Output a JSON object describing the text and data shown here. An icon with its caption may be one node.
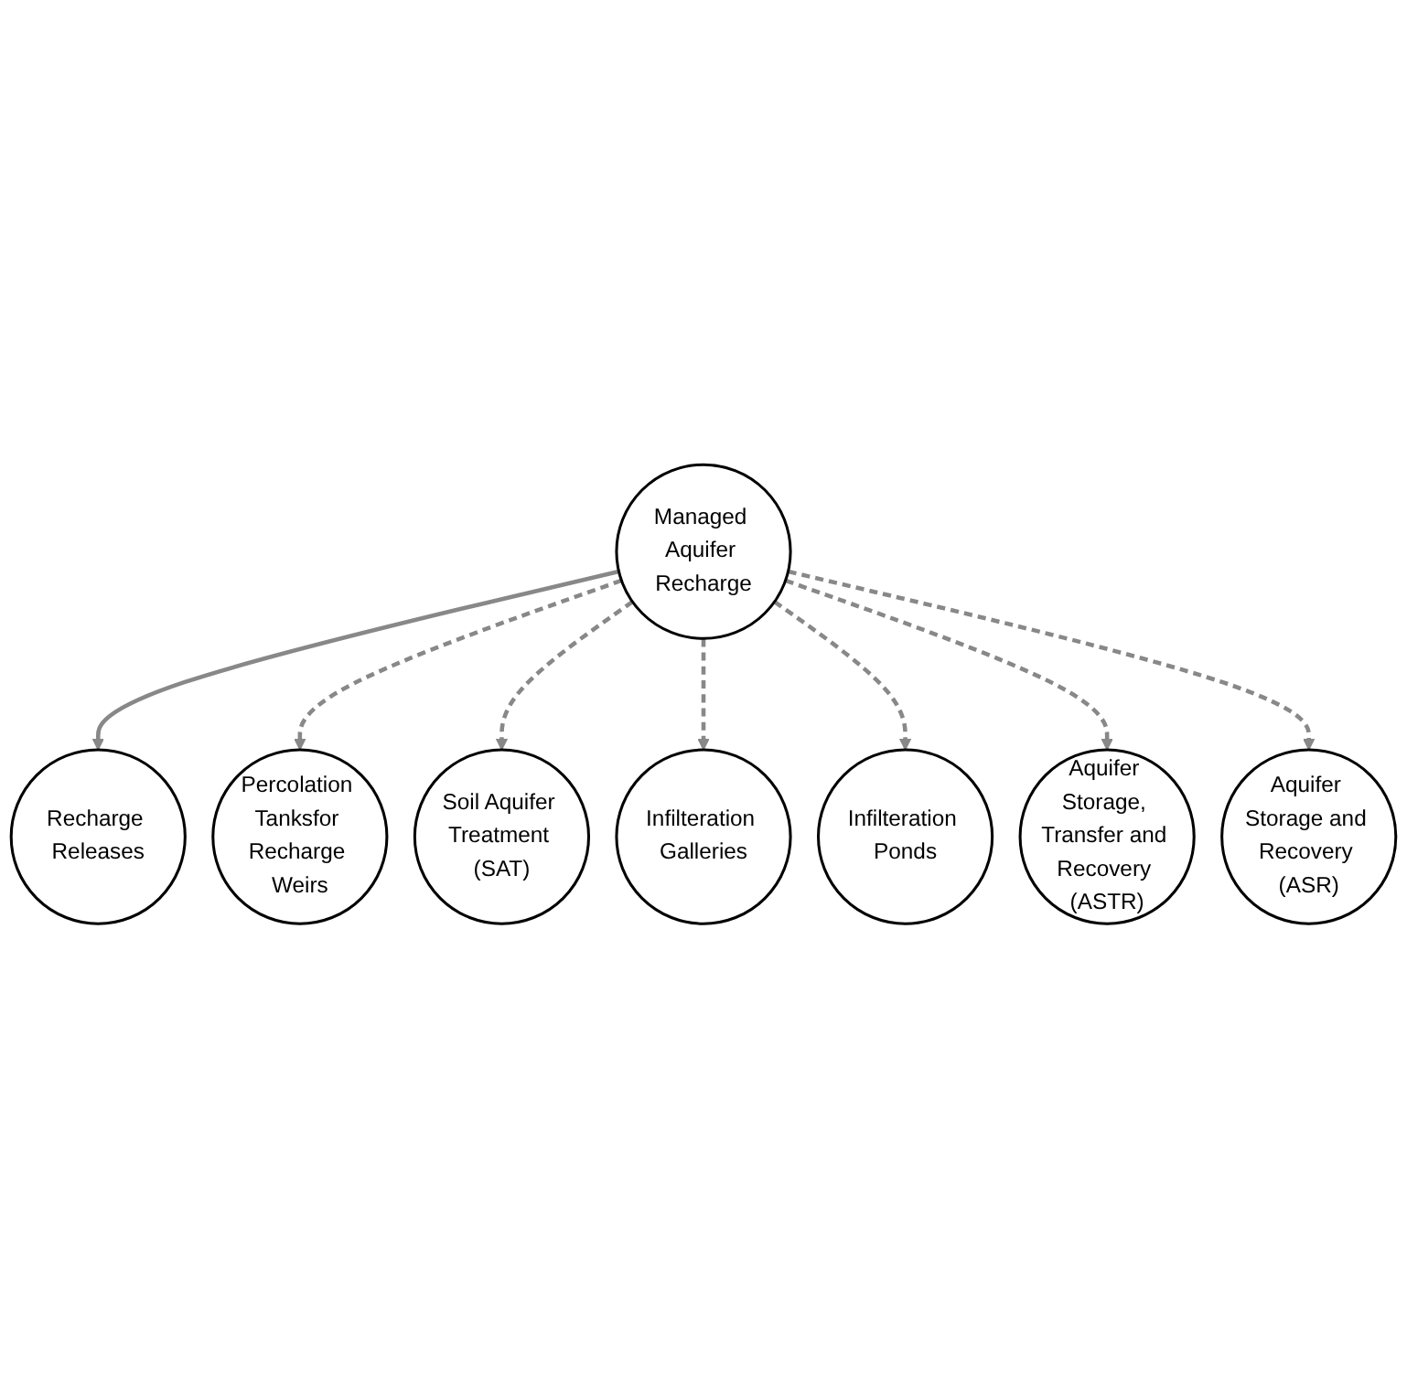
{
  "diagram": {
    "nodes": [
      {
        "text": [
          "Managed Aquifer Recharge"
        ]
      },
      {
        "text": [
          "Recharge Releases"
        ]
      },
      {
        "text": [
          "Percolation Tanksfor Recharge Weirs"
        ]
      },
      {
        "text": [
          "Soil Aquifer Treatment (SAT)"
        ]
      },
      {
        "text": [
          "Infilteration Galleries"
        ]
      },
      {
        "text": [
          "Infilteration Ponds"
        ]
      },
      {
        "text": [
          "Aquifer Storage, Transfer and Recovery (ASTR)"
        ]
      },
      {
        "text": [
          "Aquifer Storage and Recovery (ASR)"
        ]
      }
    ],
    "edges": [
      {
        "from": 0,
        "to": 1,
        "arrow": "to"
      },
      {
        "from": 0,
        "to": 2,
        "arrow": "to",
        "style": "dashed"
      },
      {
        "from": 0,
        "to": 3,
        "arrow": "to",
        "style": "dashed"
      },
      {
        "from": 0,
        "to": 4,
        "arrow": "to",
        "style": "dashed"
      },
      {
        "from": 0,
        "to": 5,
        "arrow": "to",
        "style": "dashed"
      },
      {
        "from": 0,
        "to": 6,
        "arrow": "to",
        "style": "dashed"
      },
      {
        "from": 0,
        "to": 7,
        "arrow": "to",
        "style": "dashed"
      }
    ]
  }
}
